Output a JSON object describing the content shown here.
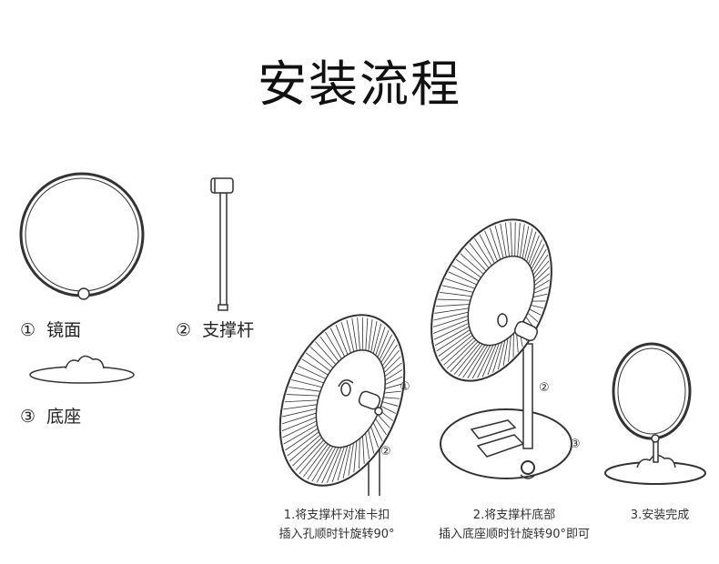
{
  "title": "安装流程",
  "parts": [
    {
      "num": "①",
      "name": "镜面"
    },
    {
      "num": "②",
      "name": "支撑杆"
    },
    {
      "num": "③",
      "name": "底座"
    }
  ],
  "callouts": {
    "one": "①",
    "two": "②",
    "three": "③"
  },
  "steps": [
    {
      "line1": "1.将支撑杆对准卡扣",
      "line2": "插入孔顺时针旋转90°"
    },
    {
      "line1": "2.将支撑杆底部",
      "line2": "插入底座顺时针旋转90°即可"
    },
    {
      "line1": "3.安装完成",
      "line2": ""
    }
  ]
}
